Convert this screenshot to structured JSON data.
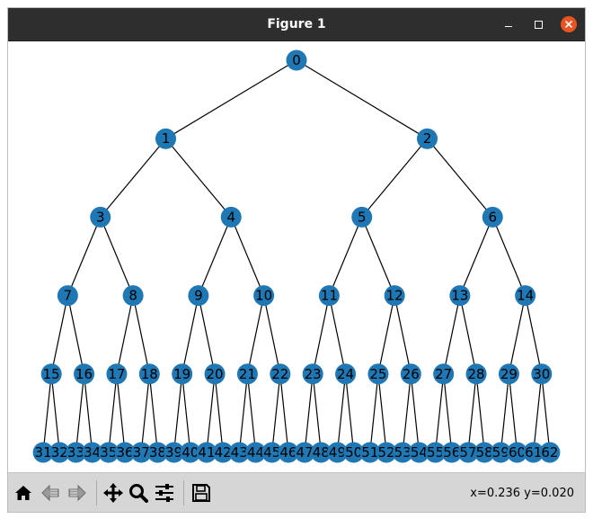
{
  "window": {
    "title": "Figure 1"
  },
  "figure": {
    "edge_color": "#000000",
    "node_color": "#1f77b4",
    "label_color": "#000000",
    "graph": "complete binary tree",
    "nodes": [
      "0",
      "1",
      "2",
      "3",
      "4",
      "5",
      "6",
      "7",
      "8",
      "9",
      "10",
      "11",
      "12",
      "13",
      "14",
      "15",
      "16",
      "17",
      "18",
      "19",
      "20",
      "21",
      "22",
      "23",
      "24",
      "25",
      "26",
      "27",
      "28",
      "29",
      "30",
      "31",
      "32",
      "33",
      "34",
      "35",
      "36",
      "37",
      "38",
      "39",
      "40",
      "41",
      "42",
      "43",
      "44",
      "45",
      "46",
      "47",
      "48",
      "49",
      "50",
      "51",
      "52",
      "53",
      "54",
      "55",
      "56",
      "57",
      "58",
      "59",
      "60",
      "61",
      "62"
    ]
  },
  "toolbar": {
    "buttons": [
      {
        "name": "home-button",
        "icon": "home-icon"
      },
      {
        "name": "back-button",
        "icon": "back-arrow-icon"
      },
      {
        "name": "forward-button",
        "icon": "forward-arrow-icon"
      },
      {
        "name": "pan-button",
        "icon": "move-icon"
      },
      {
        "name": "zoom-button",
        "icon": "magnifier-icon"
      },
      {
        "name": "configure-subplots-button",
        "icon": "sliders-icon"
      },
      {
        "name": "save-button",
        "icon": "floppy-icon"
      }
    ],
    "coordinates": "x=0.236 y=0.020"
  }
}
